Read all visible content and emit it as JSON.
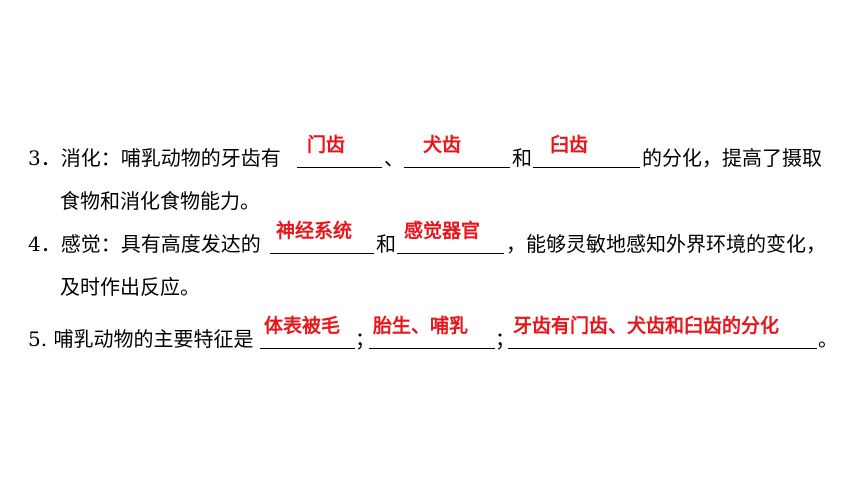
{
  "q3": {
    "line1_prefix": "3．消化：哺乳动物的牙齿有",
    "sep1": "、",
    "sep2": "和",
    "line1_suffix": "的分化，提高了摄取",
    "line2": "食物和消化食物能力。",
    "answers": [
      "门齿",
      "犬齿",
      "臼齿"
    ]
  },
  "q4": {
    "line1_prefix": "4．感觉：具有高度发达的",
    "sep1": "和",
    "line1_suffix": "，能够灵敏地感知外界环境的变化，",
    "line2": "及时作出反应。",
    "answers": [
      "神经系统",
      "感觉器官"
    ]
  },
  "q5": {
    "prefix": "5. 哺乳动物的主要特征是",
    "sep1": "；",
    "sep2": "；",
    "suffix": "。",
    "answers": [
      "体表被毛",
      "胎生、哺乳",
      "牙齿有门齿、犬齿和臼齿的分化"
    ]
  },
  "colors": {
    "text": "#000000",
    "answer": "#e8161b"
  }
}
